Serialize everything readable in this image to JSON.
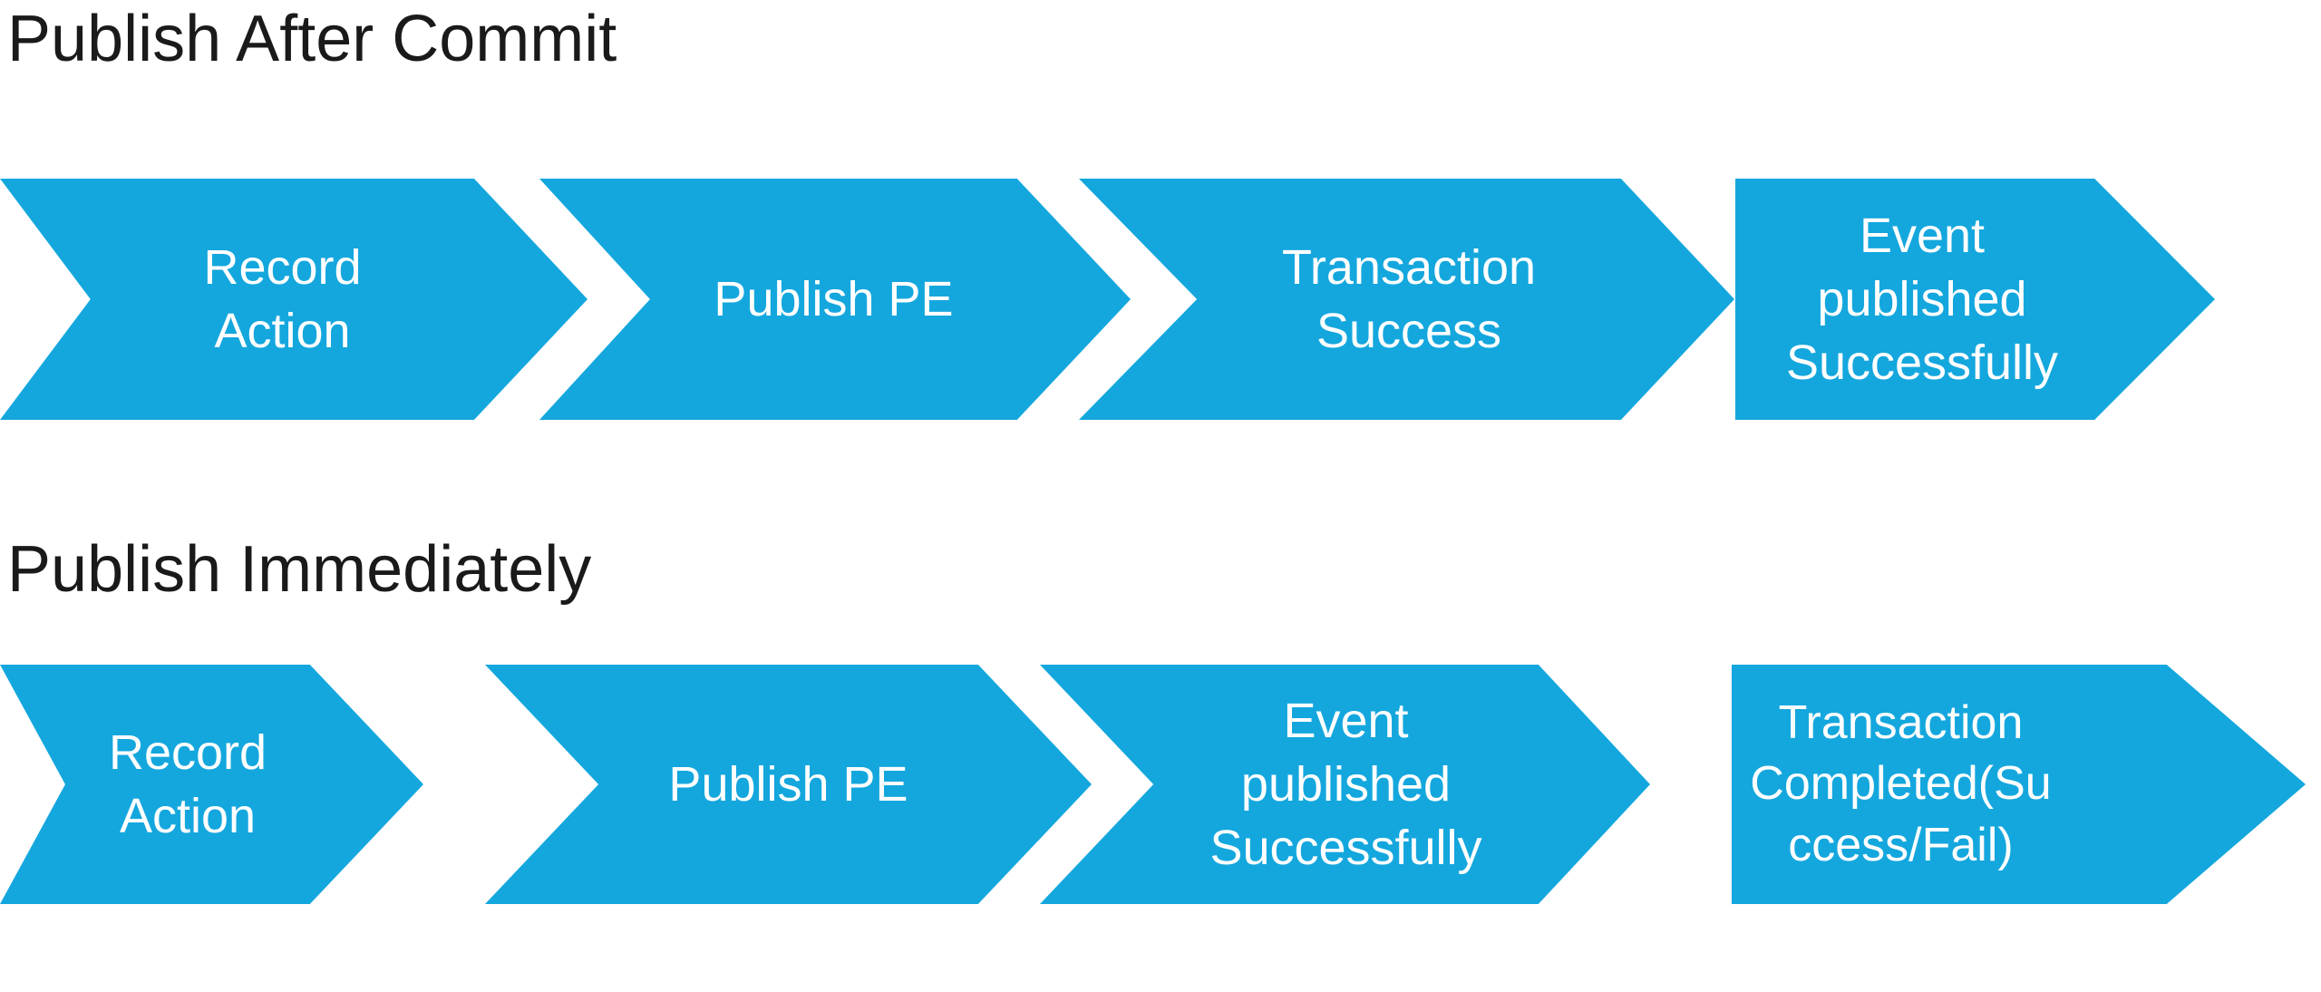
{
  "colors": {
    "arrow_blue": "#14a7de",
    "step_text": "#ffffff",
    "title_text": "#1a1a1a",
    "background": "#ffffff"
  },
  "sections": [
    {
      "title": "Publish After Commit",
      "steps": [
        "Record Action",
        "Publish PE",
        "Transaction Success",
        "Event published Successfully"
      ]
    },
    {
      "title": "Publish Immediately",
      "steps": [
        "Record Action",
        "Publish PE",
        "Event published Successfully",
        "Transaction Completed(Success/Fail)"
      ]
    }
  ]
}
